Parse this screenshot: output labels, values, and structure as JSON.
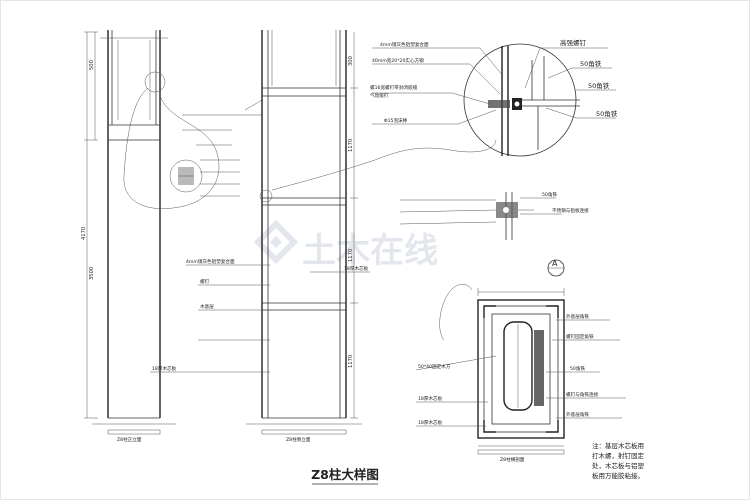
{
  "drawing": {
    "title": "Z8柱大样图",
    "watermark_text": "土木在线",
    "colors": {
      "line": "#222222",
      "watermark": "#dfe3ea",
      "background": "#ffffff"
    }
  },
  "detail_a": {
    "leaders": {
      "l1": "4mm镜灰色铝塑复合面",
      "l2": "40mm宽20*20实心方钢",
      "l3": "螺16宽螺钉带封闭嵌缝",
      "l4": "气动嵌钉",
      "l5": "Φ15泡沫棒",
      "r1": "高强螺钉",
      "r2": "50角铁",
      "r3": "50角铁",
      "r4": "50角铁"
    }
  },
  "detail_b": {
    "right_labels": {
      "a": "50角铁",
      "b": "不锈钢与铝板连接"
    }
  },
  "section": {
    "marker": "A",
    "left_labels": {
      "a": "50*40固定木方",
      "b": "18厚木芯板",
      "c": "18厚木芯板"
    },
    "right_labels": {
      "a": "外基层角铁",
      "b": "螺钉固定角铁",
      "c": "50角铁",
      "d": "螺钉与角铁连接",
      "e": "外基层角铁"
    },
    "caption": "Z8柱横剖面",
    "note": "注：基层木芯板用打木螺，射钉固定处，木芯板与铝塑板用万能胶粘接。"
  },
  "elevation": {
    "dims": {
      "d1": "500",
      "d2": "4170",
      "d3": "3500",
      "d4": "1170",
      "d5": "1170",
      "d6": "1170",
      "d7": "300"
    },
    "left_labels": {
      "a": "4mm镜灰色铝塑复合面",
      "b": "螺钉",
      "c": "木基层",
      "d": "18厚木芯板"
    },
    "mid_labels": {
      "a": "18厚木芯板"
    },
    "captions": {
      "front": "Z8柱正立面",
      "side": "Z8柱侧立面"
    }
  }
}
